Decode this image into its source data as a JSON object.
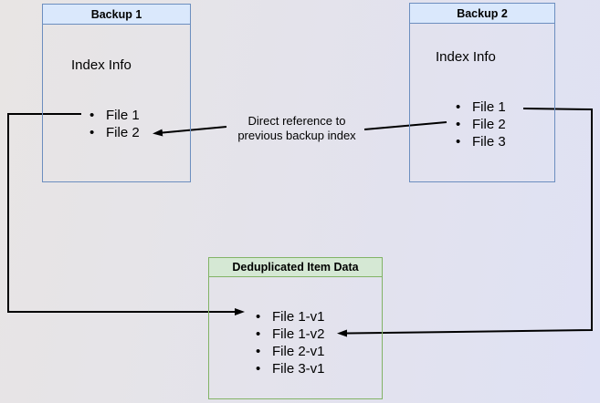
{
  "colors": {
    "background_from": "#e8e5e4",
    "background_to": "#dfe1f4",
    "blue_border": "#6c8ebf",
    "blue_fill": "#dae8fc",
    "green_border": "#82b366",
    "green_fill": "#d5e8d4",
    "connector": "#000000",
    "text": "#000000"
  },
  "boxes": {
    "backup1": {
      "title": "Backup 1",
      "section_label": "Index Info",
      "files": [
        "File 1",
        "File 2"
      ]
    },
    "backup2": {
      "title": "Backup 2",
      "section_label": "Index Info",
      "files": [
        "File 1",
        "File 2",
        "File 3"
      ]
    },
    "dedup": {
      "title": "Deduplicated Item Data",
      "items": [
        "File 1-v1",
        "File 1-v2",
        "File 2-v1",
        "File 3-v1"
      ]
    }
  },
  "annotations": {
    "direct_reference": {
      "line1": "Direct reference to",
      "line2": "previous backup index"
    }
  }
}
